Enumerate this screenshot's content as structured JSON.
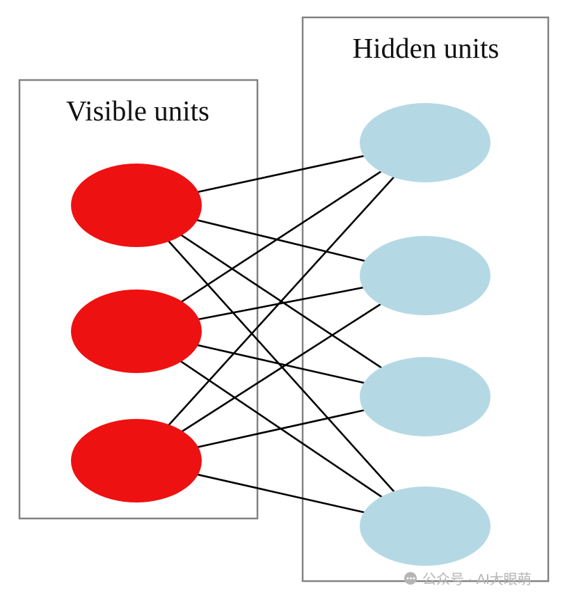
{
  "diagram": {
    "type": "bipartite-graph",
    "visible": {
      "label": "Visible units",
      "count": 3,
      "color": "#ee1111"
    },
    "hidden": {
      "label": "Hidden units",
      "count": 4,
      "color": "#b5d9e4"
    },
    "edges": "fully-connected (each visible unit connects to every hidden unit)",
    "edge_color": "#000000",
    "box_border_color": "#828282",
    "background_color": "#ffffff"
  },
  "watermark": {
    "icon": "wechat-official-account-icon",
    "icon_color": "#b5b5b5",
    "text": "公众号 · AI大眼萌"
  }
}
